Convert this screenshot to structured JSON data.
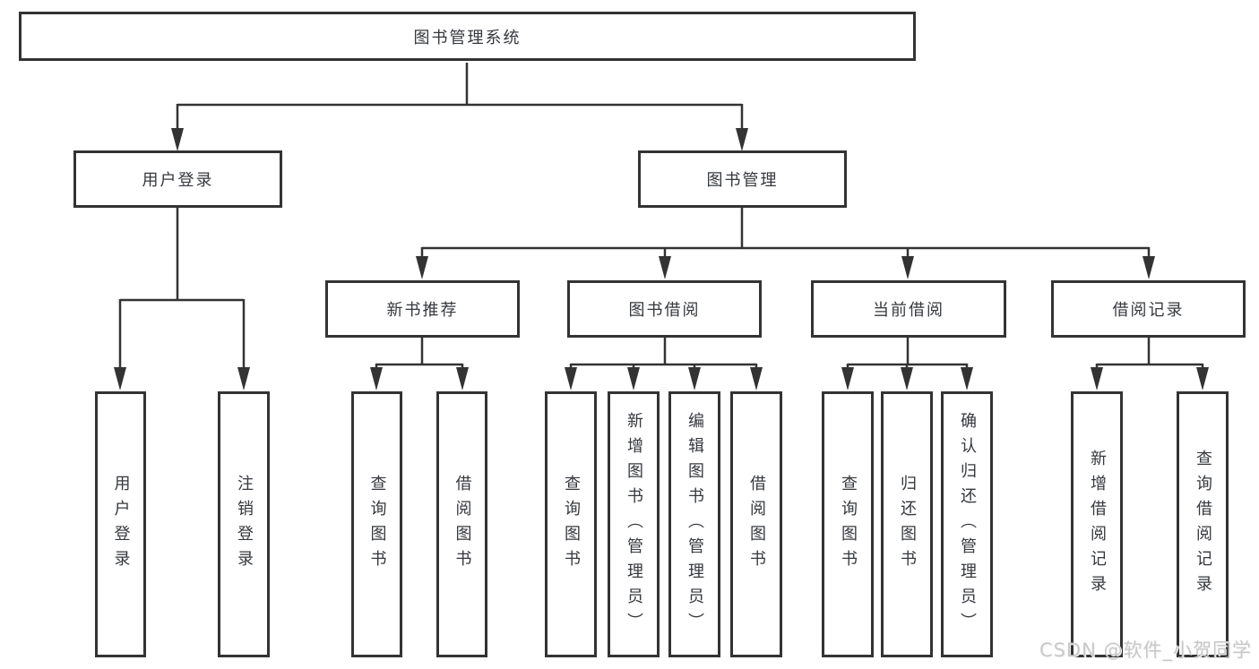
{
  "tree": {
    "root": {
      "label": "图书管理系统",
      "children": [
        {
          "label": "用户登录",
          "children": [
            {
              "label": "用户登录"
            },
            {
              "label": "注销登录"
            }
          ]
        },
        {
          "label": "图书管理",
          "children": [
            {
              "label": "新书推荐",
              "children": [
                {
                  "label": "查询图书"
                },
                {
                  "label": "借阅图书"
                }
              ]
            },
            {
              "label": "图书借阅",
              "children": [
                {
                  "label": "查询图书"
                },
                {
                  "label": "新增图书（管理员）"
                },
                {
                  "label": "编辑图书（管理员）"
                },
                {
                  "label": "借阅图书"
                }
              ]
            },
            {
              "label": "当前借阅",
              "children": [
                {
                  "label": "查询图书"
                },
                {
                  "label": "归还图书"
                },
                {
                  "label": "确认归还（管理员）"
                }
              ]
            },
            {
              "label": "借阅记录",
              "children": [
                {
                  "label": "新增借阅记录"
                },
                {
                  "label": "查询借阅记录"
                }
              ]
            }
          ]
        }
      ]
    }
  },
  "watermark": {
    "text": "CSDN @软件_小贺同学"
  },
  "colors": {
    "line": "#333333",
    "box_border": "#333333",
    "text": "#35383d",
    "background": "#ffffff",
    "watermark": "#c8c8c8"
  }
}
